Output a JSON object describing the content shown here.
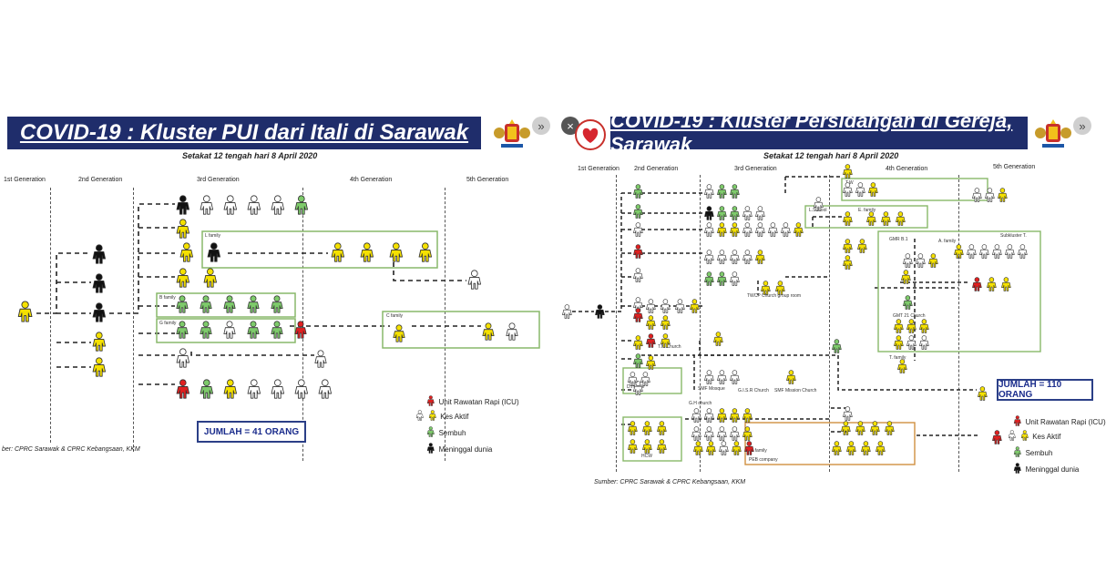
{
  "left": {
    "title": "COVID-19 : Kluster PUI dari Itali di Sarawak",
    "subtitle": "Setakat 12 tengah hari 8 April 2020",
    "generations": [
      "1st Generation",
      "2nd Generation",
      "3rd Generation",
      "4th Generation",
      "5th Generation"
    ],
    "group_labels": [
      "L family",
      "B family",
      "G family",
      "C family"
    ],
    "legend": [
      "Unit Rawatan Rapi (ICU)",
      "Kes Aktif",
      "Sembuh",
      "Meninggal dunia"
    ],
    "total": "JUMLAH = 41 ORANG",
    "source": "ber: CPRC Sarawak & CPRC Kebangsaan, KKM"
  },
  "right": {
    "title": "COVID-19 : Kluster Persidangan di Gereja, Sarawak",
    "subtitle": "Setakat 12 tengah hari 8 April 2020",
    "generations": [
      "1st Generation",
      "2nd Generation",
      "3rd Generation",
      "4th Generation",
      "5th Generation"
    ],
    "group_labels": [
      "T.W",
      "L.School",
      "E. family",
      "Subkluster T.",
      "A. family",
      "T. family",
      "D.H cafe",
      "G.H church",
      "G. family",
      "HCW",
      "PEB company",
      "T.M Church",
      "TWCP Church group room",
      "SMF Mosque",
      "SMF Mission Church",
      "G.I.S.R Church",
      "GMR B.1",
      "GMT 21 Church"
    ],
    "legend": [
      "Unit Rawatan Rapi (ICU)",
      "Kes Aktif",
      "Sembuh",
      "Meninggal dunia"
    ],
    "total": "JUMLAH = 110 ORANG",
    "source": "Sumber: CPRC Sarawak & CPRC Kebangsaan, KKM"
  },
  "colors": {
    "banner": "#1f2d6b",
    "active": "#f5e100",
    "recovered": "#7ecb6b",
    "icu": "#e02020",
    "died": "#111111",
    "pui": "#ffffff",
    "box": "#88b86a"
  },
  "icons": {
    "nav_left": "chevron-double-right-icon",
    "close": "close-icon",
    "nav_right": "chevron-double-right-icon"
  }
}
